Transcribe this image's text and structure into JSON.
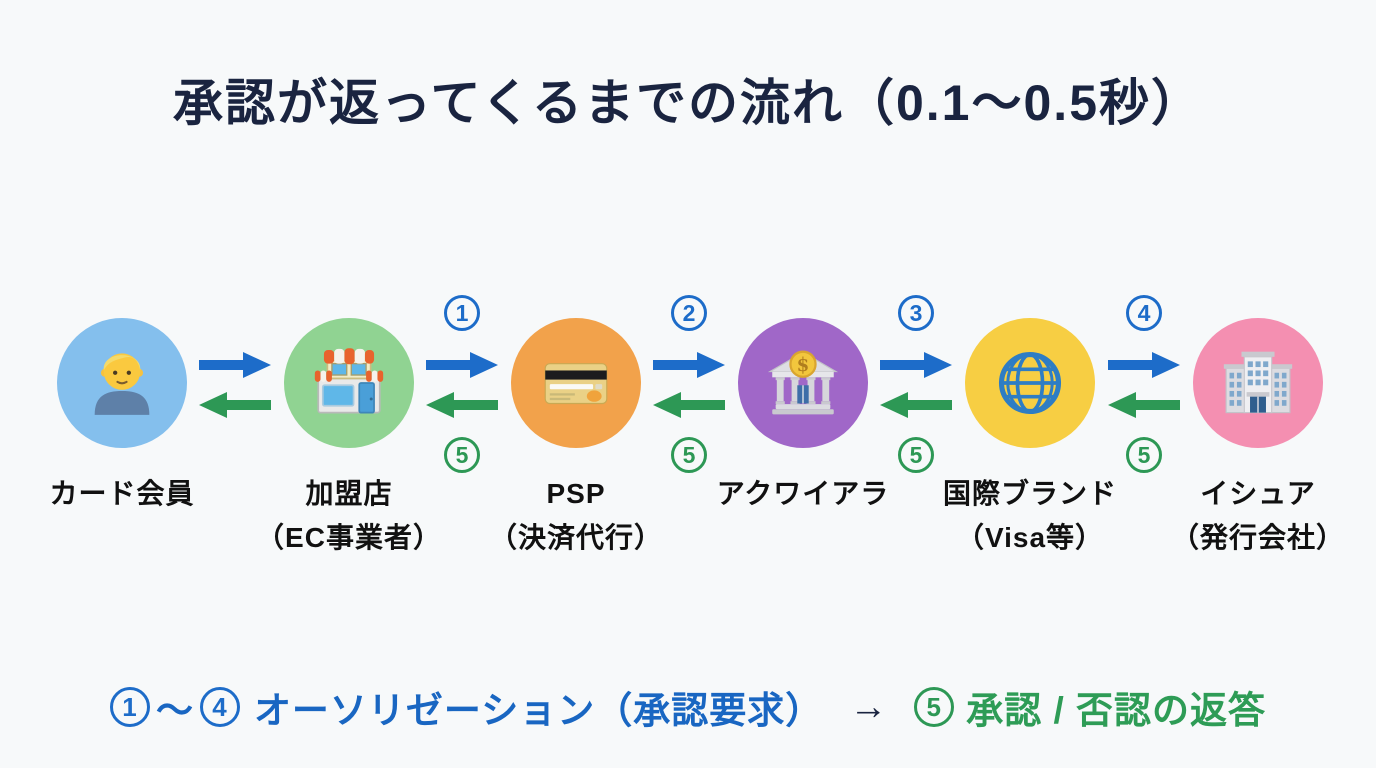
{
  "title": "承認が返ってくるまでの流れ（0.1〜0.5秒）",
  "colors": {
    "background": "#f7f9fa",
    "title_text": "#1a2440",
    "request_arrow_blue": "#1d6cc9",
    "response_arrow_green": "#2d9855",
    "legend_request_blue": "#1966c2",
    "legend_response_green": "#2e9c56",
    "label_text": "#111111"
  },
  "flow": {
    "nodes": [
      {
        "icon": "person",
        "label_line1": "カード会員",
        "label_line2": "",
        "color": "#84bfed"
      },
      {
        "icon": "store",
        "label_line1": "加盟店",
        "label_line2": "（EC事業者）",
        "color": "#90d392"
      },
      {
        "icon": "credit-card",
        "label_line1": "PSP",
        "label_line2": "（決済代行）",
        "color": "#f2a24b"
      },
      {
        "icon": "bank",
        "label_line1": "アクワイアラ",
        "label_line2": "",
        "color": "#a067c8"
      },
      {
        "icon": "globe",
        "label_line1": "国際ブランド",
        "label_line2": "（Visa等）",
        "color": "#f7ce43"
      },
      {
        "icon": "office-building",
        "label_line1": "イシュア",
        "label_line2": "（発行会社）",
        "color": "#f48fb1"
      }
    ],
    "connections": [
      {
        "from": "カード会員",
        "to": "加盟店",
        "top_number": "",
        "bottom_number": ""
      },
      {
        "from": "加盟店",
        "to": "PSP",
        "top_number": "1",
        "bottom_number": "5"
      },
      {
        "from": "PSP",
        "to": "アクワイアラ",
        "top_number": "2",
        "bottom_number": "5"
      },
      {
        "from": "アクワイアラ",
        "to": "国際ブランド",
        "top_number": "3",
        "bottom_number": "5"
      },
      {
        "from": "国際ブランド",
        "to": "イシュア",
        "top_number": "4",
        "bottom_number": "5"
      }
    ]
  },
  "legend": {
    "range_start": "1",
    "range_tilde": "〜",
    "range_end": "4",
    "request_label": "オーソリゼーション（承認要求）",
    "arrow": "→",
    "response_number": "5",
    "response_label": "承認 / 否認の返答"
  }
}
